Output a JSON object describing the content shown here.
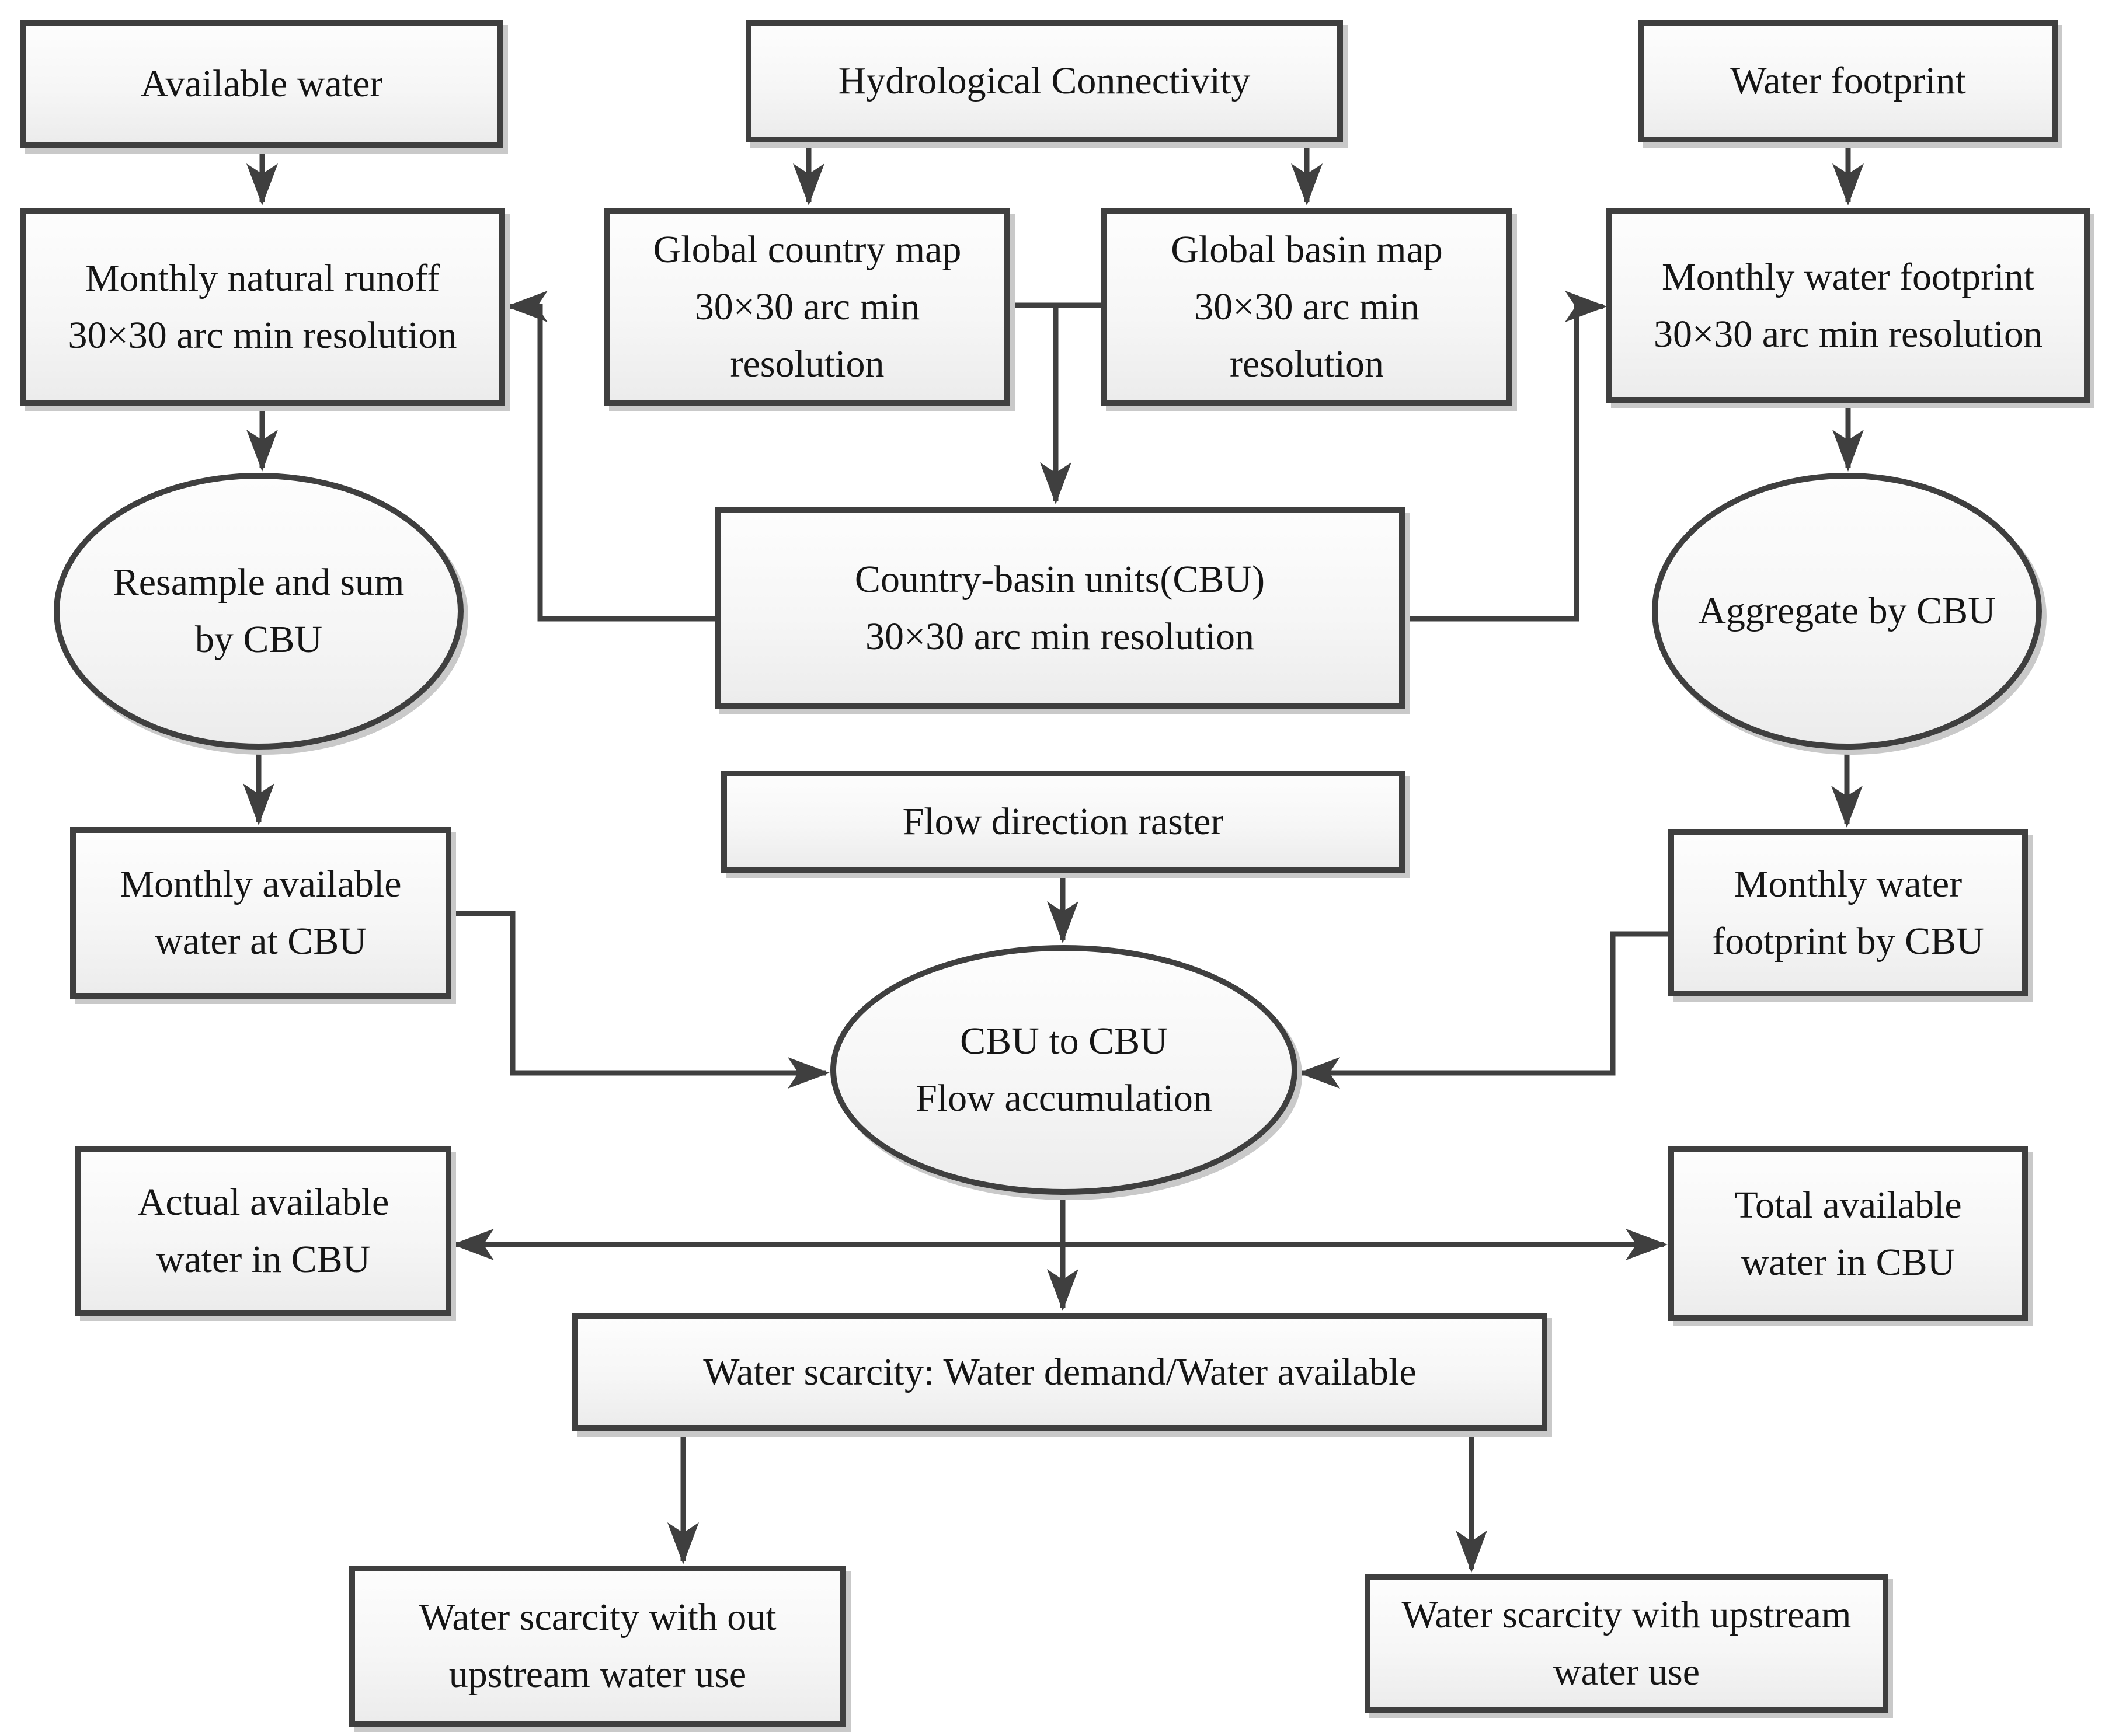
{
  "diagram": {
    "background_color": "#ffffff",
    "stroke_color": "#3f3f3f",
    "text_color": "#151515",
    "node_fill_top": "#fdfdfd",
    "node_fill_bottom": "#ececec",
    "shadow_color": "#c9c9c9",
    "nodes": {
      "available_water": "Available water",
      "hydrological_connectivity": "Hydrological Connectivity",
      "water_footprint": "Water footprint",
      "monthly_natural_runoff": "Monthly natural runoff\n30×30 arc min resolution",
      "global_country_map": "Global country map\n30×30 arc min\nresolution",
      "global_basin_map": "Global basin map\n30×30 arc min\nresolution",
      "monthly_water_footprint": "Monthly water footprint\n30×30 arc min resolution",
      "resample_and_sum": "Resample and sum\nby CBU",
      "country_basin_units": "Country-basin units(CBU)\n30×30 arc min resolution",
      "aggregate_by_cbu": "Aggregate by CBU",
      "flow_direction_raster": "Flow direction raster",
      "monthly_available_water": "Monthly available\nwater at CBU",
      "monthly_wf_by_cbu": "Monthly water\nfootprint by CBU",
      "cbu_flow_accumulation": "CBU to CBU\nFlow accumulation",
      "actual_available_water": "Actual available\nwater in CBU",
      "total_available_water": "Total available\nwater in CBU",
      "water_scarcity": "Water scarcity: Water demand/Water available",
      "ws_without_upstream": "Water scarcity with out\nupstream water use",
      "ws_with_upstream": "Water scarcity with upstream\nwater use"
    }
  }
}
